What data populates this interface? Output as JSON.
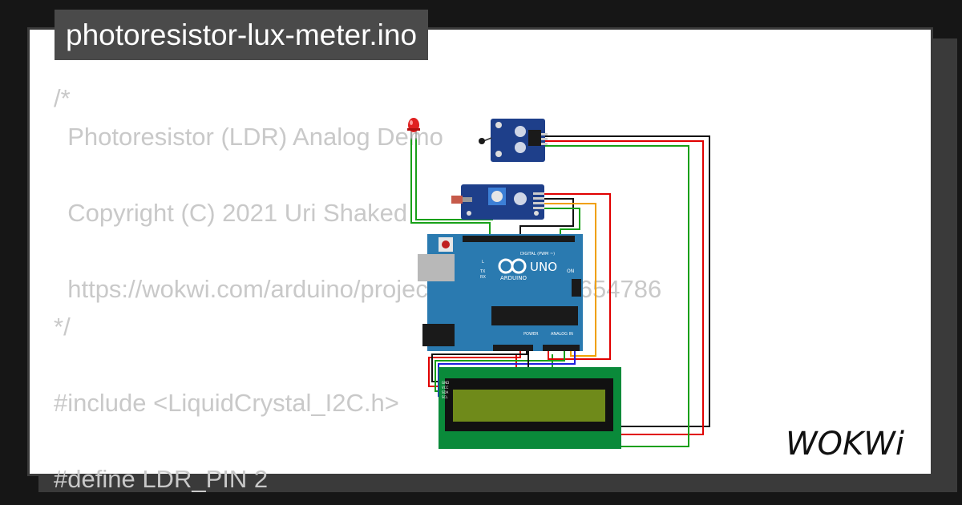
{
  "header": {
    "filename": "photoresistor-lux-meter.ino"
  },
  "code_lines": [
    "/*",
    "  Photoresistor (LDR) Analog Demo",
    "",
    "  Copyright (C) 2021 Uri Shaked",
    "",
    "  https://wokwi.com/arduino/projects/193627138654786",
    "*/",
    "",
    "#include <LiquidCrystal_I2C.h>",
    "",
    "#define LDR_PIN 2"
  ],
  "board": {
    "brand": "ARDUINO",
    "model": "UNO",
    "digital_label": "DIGITAL (PWM ~)",
    "power_label": "POWER",
    "analog_label": "ANALOG IN",
    "on_label": "ON",
    "tx_label": "TX",
    "rx_label": "RX",
    "l_label": "L"
  },
  "lcd_pins": [
    "GND",
    "VCC",
    "SDA",
    "SCL"
  ],
  "brand_logo": "WOKWi",
  "colors": {
    "background": "#161616",
    "card": "#ffffff",
    "title_bg": "#4a4a4a",
    "code_text": "#c9c9c9",
    "arduino_board": "#2a7ab0",
    "lcd_pcb": "#0a8a3a",
    "lcd_screen": "#6f8a1a",
    "module_pcb": "#1e3f8a",
    "wire_red": "#e00000",
    "wire_green": "#18a018",
    "wire_black": "#111111",
    "wire_orange": "#f0a000",
    "wire_blue": "#2020e0"
  }
}
